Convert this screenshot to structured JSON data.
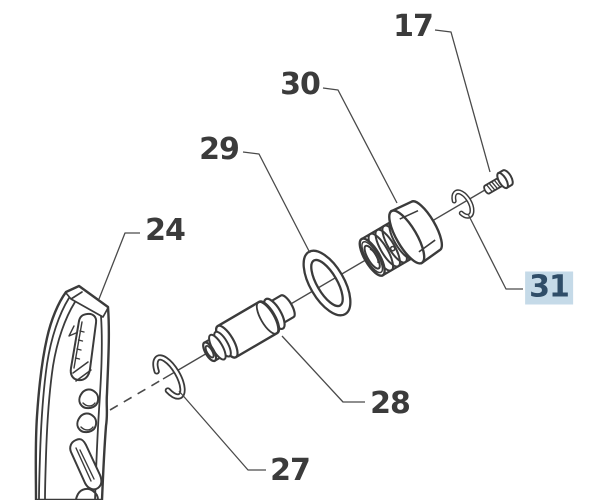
{
  "diagram": {
    "kind": "exploded-parts-diagram",
    "background": "#ffffff",
    "line_color": "#3b3b3b",
    "leader_line_color": "#4a4a4a"
  },
  "label_color": "#3b3b3b",
  "highlight": {
    "background": "#c5dae8",
    "text_color": "#2f4d68"
  },
  "labels": [
    {
      "text": "17",
      "highlighted": false
    },
    {
      "text": "24",
      "highlighted": false
    },
    {
      "text": "27",
      "highlighted": false
    },
    {
      "text": "28",
      "highlighted": false
    },
    {
      "text": "29",
      "highlighted": false
    },
    {
      "text": "30",
      "highlighted": false
    },
    {
      "text": "31",
      "highlighted": true
    }
  ]
}
